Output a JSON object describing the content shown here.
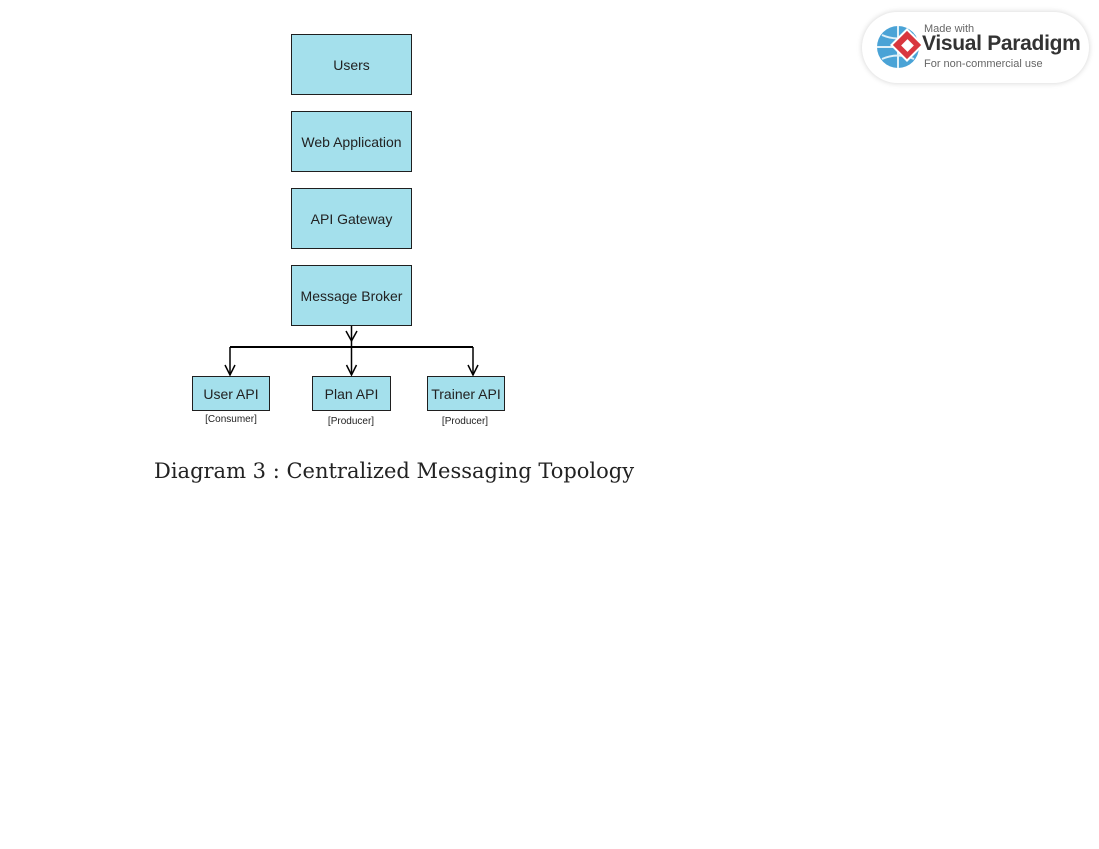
{
  "diagram": {
    "nodes": {
      "users": "Users",
      "web_application": "Web Application",
      "api_gateway": "API Gateway",
      "message_broker": "Message Broker",
      "user_api": "User API",
      "plan_api": "Plan API",
      "trainer_api": "Trainer API"
    },
    "stereotypes": {
      "user_api": "[Consumer]",
      "plan_api": "[Producer]",
      "trainer_api": "[Producer]"
    },
    "edges": [
      {
        "from": "message_broker",
        "to": "user_api"
      },
      {
        "from": "message_broker",
        "to": "plan_api"
      },
      {
        "from": "message_broker",
        "to": "trainer_api"
      }
    ],
    "node_fill": "#a4e0ec",
    "node_border": "#1f1f1f"
  },
  "caption": "Diagram 3 : Centralized Messaging Topology",
  "watermark": {
    "made_with": "Made with",
    "brand": "Visual Paradigm",
    "note": "For non-commercial use",
    "icon": "visual-paradigm-logo"
  }
}
